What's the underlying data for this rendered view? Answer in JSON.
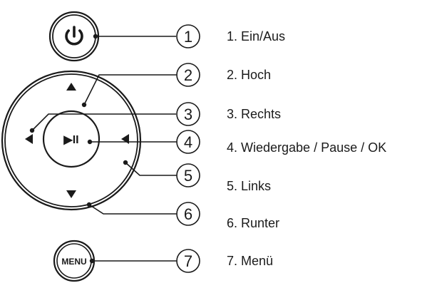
{
  "callout_numbers": [
    "1",
    "2",
    "3",
    "4",
    "5",
    "6",
    "7"
  ],
  "menu_button_label": "MENU",
  "play_pause_glyph": "▶II",
  "legend": [
    "1. Ein/Aus",
    "2. Hoch",
    "3. Rechts",
    "4. Wiedergabe / Pause / OK",
    "5. Links",
    "6. Runter",
    "7. Menü"
  ],
  "icons": {
    "power": "power-icon",
    "up": "arrow-up-icon",
    "left": "arrow-left-icon",
    "right": "arrow-right-icon",
    "down": "arrow-down-icon",
    "play_pause": "play-pause-icon"
  },
  "colors": {
    "ink": "#1a1a1a",
    "background": "#ffffff"
  }
}
